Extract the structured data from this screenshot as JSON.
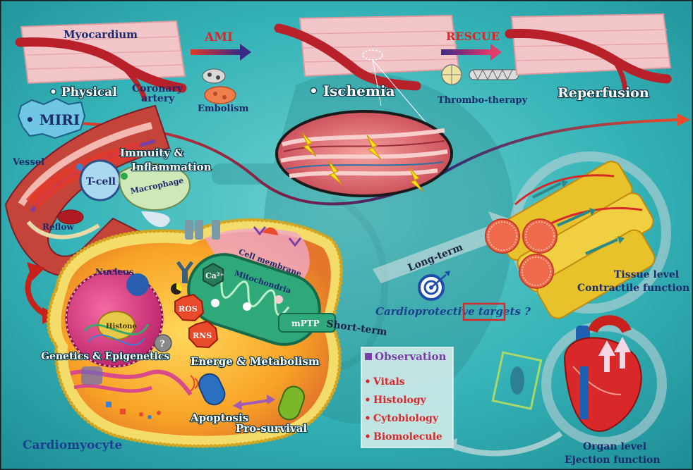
{
  "top": {
    "myocardium": "Myocardium",
    "ami": "AMI",
    "physical": "• Physical",
    "coronary_line1": "Coronary",
    "coronary_line2": "artery",
    "embolism": "Embolism",
    "ischemia": "• Ischemia",
    "rescue": "RESCUE",
    "thrombo": "Thrombo-therapy",
    "reperfusion": "Reperfusion"
  },
  "miri": "• MIRI",
  "vessel": {
    "vessel": "Vessel",
    "immunity_line1": "Immuity &",
    "immunity_line2": "Inflammation",
    "tcell": "T-cell",
    "macrophage": "Macrophage",
    "reflow": "Reflow"
  },
  "cell": {
    "nucleus": "Nucleus",
    "cell_membrane": "Cell membrane",
    "ca": "Ca²⁺",
    "mitochondria": "Mitochondria",
    "histone": "Histone",
    "ros": "ROS",
    "rns": "RNS",
    "mptp": "mPTP",
    "question": "?",
    "genetics": "Genetics & Epigenetics",
    "energy": "Energe & Metabolism",
    "apoptosis": "Apoptosis",
    "prosurvival": "Pro-survival",
    "cardiomyocyte": "Cardiomyocyte"
  },
  "center": {
    "long_term": "Long-term",
    "short_term": "Short-term",
    "targets_prefix": "Cardioprotective ",
    "targets_word": "targets",
    "targets_q": " ?"
  },
  "observation": {
    "title": "Observation",
    "items": [
      "Vitals",
      "Histology",
      "Cytobiology",
      "Biomolecule"
    ]
  },
  "right": {
    "tissue_line1": "Tissue level",
    "tissue_line2": "Contractile function",
    "organ_line1": "Organ level",
    "organ_line2": "Ejection function"
  },
  "colors": {
    "background": "#35b3b7",
    "artery_red": "#b8202a",
    "myocardium_pink": "#f2c6c9",
    "cell_orange": "#f8a326",
    "accent_red": "#d8282a",
    "navy": "#1d2a6b",
    "observation_purple": "#7a3fa6"
  }
}
